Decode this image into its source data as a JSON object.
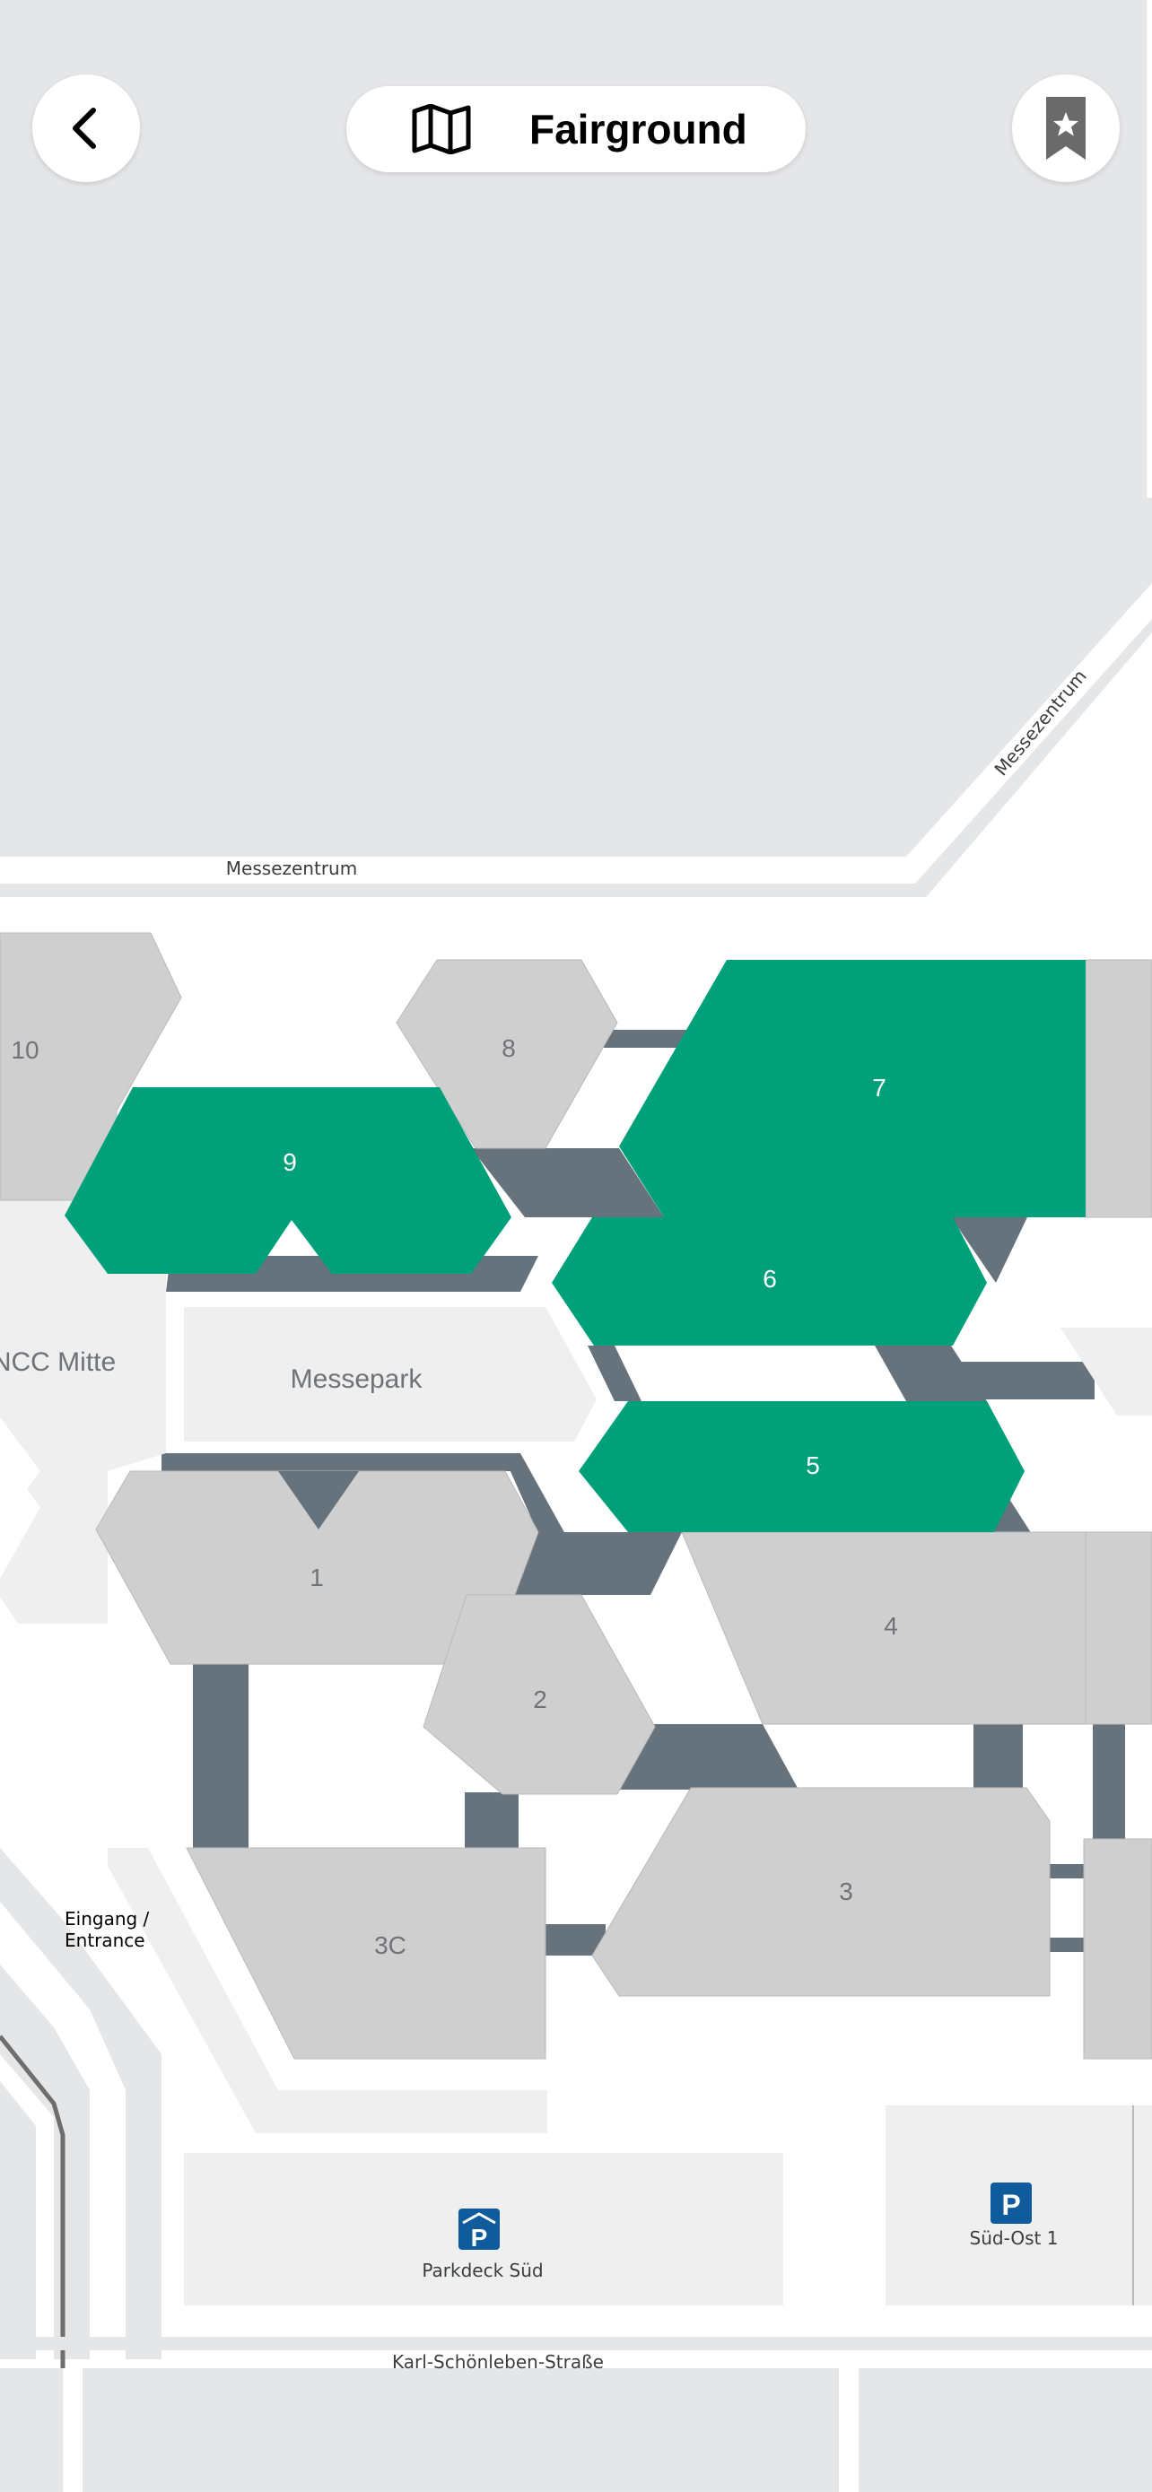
{
  "header": {
    "title": "Fairground",
    "back_icon": "chevron-left-icon",
    "title_icon": "map-icon",
    "bookmark_icon": "bookmark-star-icon"
  },
  "map": {
    "roads": {
      "messezentrum_horizontal": "Messezentrum",
      "messezentrum_diagonal": "Messezentrum",
      "karl_schoenleben": "Karl-Schönleben-Straße"
    },
    "halls": {
      "h10": "10",
      "h9": "9",
      "h8": "8",
      "h7": "7",
      "h6": "6",
      "h5": "5",
      "h4": "4",
      "h3": "3",
      "h3c": "3C",
      "h2": "2",
      "h1": "1"
    },
    "areas": {
      "messepark": "Messepark",
      "ncc_mitte": "NCC Mitte",
      "entrance_line1": "Eingang /",
      "entrance_line2": "Entrance"
    },
    "parking": {
      "sued": "Parkdeck Süd",
      "suedost": "Süd-Ost 1",
      "icon": "parking-icon"
    },
    "highlighted_halls": [
      "9",
      "7",
      "6",
      "5"
    ]
  },
  "colors": {
    "highlight": "#00a07a",
    "hall": "#cfcfcf",
    "connector": "#67737c",
    "open_area": "#e5e6e8",
    "parking_blue": "#0f5b9c"
  }
}
